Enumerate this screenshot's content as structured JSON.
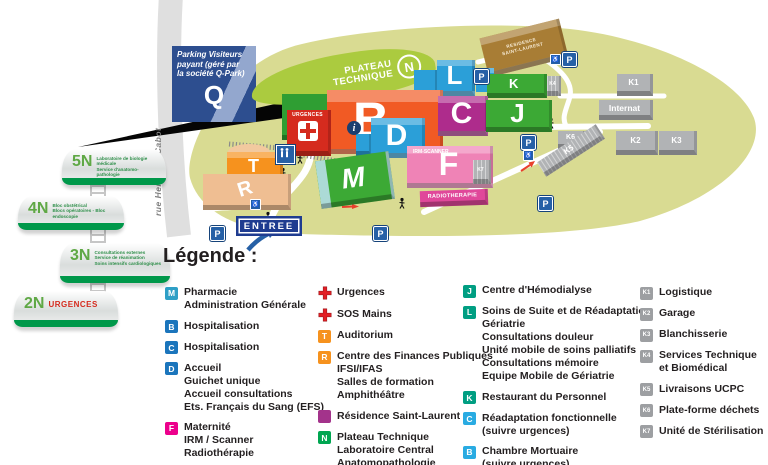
{
  "palette": {
    "map_ground": "#D9DB92",
    "road": "#FFFFFF",
    "green_building": "#3CA935",
    "dark_green_building": "#2F9E33",
    "orange_building": "#F15A24",
    "blue_building": "#2B9FD8",
    "magenta_building": "#AE2C8C",
    "pink_building": "#EF83B6",
    "radiotherapy_pink": "#E0489A",
    "tan_building": "#EFBE92",
    "auditorium_orange": "#F6921E",
    "brown_building": "#A87D35",
    "gray_building": "#B1B3B5",
    "parking_sign_blue": "#2660A6",
    "entrance_sign_blue": "#1F3C90",
    "qpark_sign_blue": "#2D4E8F",
    "urgences_red": "#D52B1E",
    "cross_red": "#E31E24",
    "plateau_green": "#ABCB3F"
  },
  "street": {
    "name": "rue Henriette Cabot"
  },
  "parking_sign": {
    "line1": "Parking Visiteurs",
    "line2": "payant (géré par",
    "line3": "la société Q-Park)",
    "letter": "Q"
  },
  "floor_signs": [
    {
      "code": "5N",
      "lines": [
        "Laboratoire de biologie médicale",
        "Service d'anatomo-pathologie"
      ]
    },
    {
      "code": "4N",
      "lines": [
        "Bloc obstétrical",
        "Blocs opératoires - Bloc endoscopie"
      ]
    },
    {
      "code": "3N",
      "lines": [
        "Consultations externes",
        "Service de réanimation",
        "Soins intensifs cardiologiques"
      ]
    },
    {
      "code": "2N",
      "lines": [
        "URGENCES"
      ]
    }
  ],
  "map": {
    "plateau": {
      "line1": "PLATEAU",
      "line2": "TECHNIQUE",
      "letter": "N"
    },
    "urgences_label": "URGENCES",
    "entree_label": "ENTREE",
    "parking_letter": "P",
    "disabled_icon": "♿",
    "info_letter": "i",
    "buildings": {
      "B": {
        "letter": "B"
      },
      "C": {
        "letter": "C"
      },
      "D": {
        "letter": "D"
      },
      "F": {
        "letter": "F",
        "label": "IRM-SCANNER"
      },
      "J": {
        "letter": "J"
      },
      "K": {
        "letter": "K"
      },
      "L": {
        "letter": "L"
      },
      "M": {
        "letter": "M"
      },
      "T": {
        "letter": "T"
      },
      "R": {
        "letter": "R"
      },
      "residence": {
        "line1": "RESIDENCE",
        "line2": "SAINT-LAURENT"
      },
      "internat": {
        "label": "Internat"
      },
      "radiotherapie": {
        "label": "RADIOTHERAPIE"
      },
      "K1": {
        "label": "K1"
      },
      "K2": {
        "label": "K2"
      },
      "K3": {
        "label": "K3"
      },
      "K4": {
        "label": "K4"
      },
      "K5": {
        "label": "K5"
      },
      "K6": {
        "label": "K6"
      },
      "K7": {
        "label": "K7"
      }
    }
  },
  "legend": {
    "title": "Légende :",
    "columns": [
      {
        "entries": [
          {
            "key": "M",
            "color": "#2E9FC6",
            "lines": [
              "Pharmacie",
              "Administration Générale"
            ]
          },
          {
            "key": "B",
            "color": "#1B75BC",
            "lines": [
              "Hospitalisation"
            ]
          },
          {
            "key": "C",
            "color": "#1B75BC",
            "lines": [
              "Hospitalisation"
            ]
          },
          {
            "key": "D",
            "color": "#1B75BC",
            "lines": [
              "Accueil",
              "Guichet unique",
              "Accueil consultations",
              "Ets. Français du Sang (EFS)"
            ]
          },
          {
            "key": "F",
            "color": "#EC008C",
            "lines": [
              "Maternité",
              "IRM / Scanner",
              "Radiothérapie"
            ]
          }
        ]
      },
      {
        "entries": [
          {
            "key": "",
            "color": "#E31E24",
            "lines": [
              "Urgences"
            ]
          },
          {
            "key": "",
            "color": "#E31E24",
            "lines": [
              "SOS Mains"
            ]
          },
          {
            "key": "T",
            "color": "#F6921E",
            "lines": [
              "Auditorium"
            ]
          },
          {
            "key": "R",
            "color": "#F6921E",
            "lines": [
              "Centre des Finances Publiques",
              "IFSI/IFAS",
              "Salles de formation",
              "Amphithéâtre"
            ]
          },
          {
            "key": "",
            "color": "#A3338B",
            "lines": [
              "Résidence Saint-Laurent"
            ]
          },
          {
            "key": "N",
            "color": "#00A651",
            "lines": [
              "Plateau Technique",
              "Laboratoire Central",
              "Anatomopathologie"
            ]
          }
        ]
      },
      {
        "entries": [
          {
            "key": "J",
            "color": "#009E82",
            "lines": [
              "Centre d'Hémodialyse"
            ]
          },
          {
            "key": "L",
            "color": "#009E82",
            "lines": [
              "Soins de Suite et de Réadaptation",
              "Gériatrie",
              "Consultations douleur",
              "Unité mobile de soins palliatifs",
              "Consultations mémoire",
              "Equipe Mobile de Gériatrie"
            ]
          },
          {
            "key": "K",
            "color": "#009E82",
            "lines": [
              "Restaurant du Personnel"
            ]
          },
          {
            "key": "C",
            "color": "#29ABE2",
            "lines": [
              "Réadaptation fonctionnelle",
              "(suivre urgences)"
            ]
          },
          {
            "key": "B",
            "color": "#29ABE2",
            "lines": [
              "Chambre Mortuaire",
              "(suivre urgences)"
            ]
          }
        ]
      },
      {
        "entries": [
          {
            "key": "K1",
            "color": "#9D9FA2",
            "lines": [
              "Logistique"
            ]
          },
          {
            "key": "K2",
            "color": "#9D9FA2",
            "lines": [
              "Garage"
            ]
          },
          {
            "key": "K3",
            "color": "#9D9FA2",
            "lines": [
              "Blanchisserie"
            ]
          },
          {
            "key": "K4",
            "color": "#9D9FA2",
            "lines": [
              "Services Technique",
              "et Biomédical"
            ]
          },
          {
            "key": "K5",
            "color": "#9D9FA2",
            "lines": [
              "Livraisons UCPC"
            ]
          },
          {
            "key": "K6",
            "color": "#9D9FA2",
            "lines": [
              "Plate-forme déchets"
            ]
          },
          {
            "key": "K7",
            "color": "#9D9FA2",
            "lines": [
              "Unité de Stérilisation"
            ]
          }
        ]
      }
    ]
  }
}
